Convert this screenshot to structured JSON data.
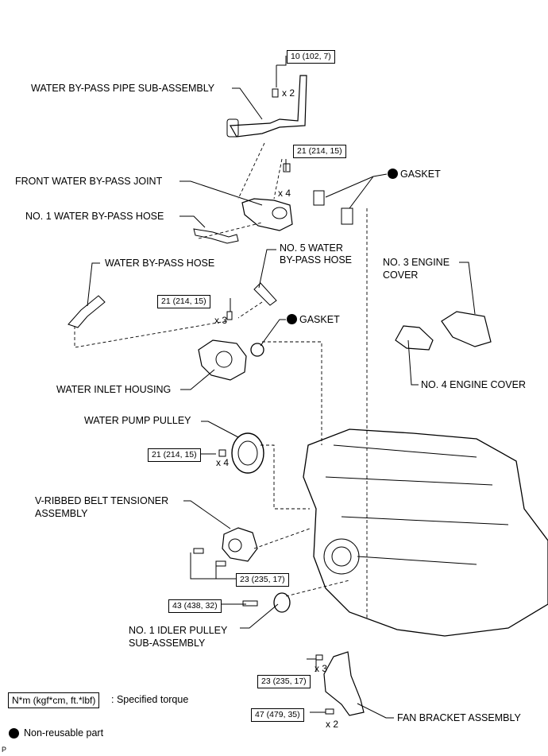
{
  "labels": {
    "bypass_pipe": "WATER BY-PASS PIPE SUB-ASSEMBLY",
    "front_joint": "FRONT WATER BY-PASS JOINT",
    "no1_hose": "NO. 1 WATER BY-PASS HOSE",
    "bypass_hose": "WATER BY-PASS HOSE",
    "no5_hose_l1": "NO. 5 WATER",
    "no5_hose_l2": "BY-PASS HOSE",
    "gasket_top": "GASKET",
    "gasket_mid": "GASKET",
    "no3_cover_l1": "NO. 3 ENGINE",
    "no3_cover_l2": "COVER",
    "no4_cover": "NO. 4 ENGINE COVER",
    "inlet_housing": "WATER INLET HOUSING",
    "pump_pulley": "WATER PUMP PULLEY",
    "tensioner_l1": "V-RIBBED BELT TENSIONER",
    "tensioner_l2": "ASSEMBLY",
    "idler_l1": "NO. 1 IDLER PULLEY",
    "idler_l2": "SUB-ASSEMBLY",
    "fan_bracket": "FAN BRACKET ASSEMBLY"
  },
  "torques": {
    "pipe": "10 (102, 7)",
    "joint": "21 (214, 15)",
    "housing": "21 (214, 15)",
    "pulley": "21 (214, 15)",
    "tensioner": "23 (235, 17)",
    "idler": "43 (438, 32)",
    "bracket_upper": "23 (235, 17)",
    "bracket_lower": "47 (479, 35)"
  },
  "quantities": {
    "pipe": "x 2",
    "joint": "x 4",
    "housing": "x 3",
    "pulley": "x 4",
    "bracket_upper": "x 3",
    "bracket_lower": "x 2"
  },
  "legend": {
    "torque_unit": "N*m (kgf*cm, ft.*lbf)",
    "torque_desc": ": Specified torque",
    "nonreusable": "Non-reusable part"
  },
  "corner_mark": "P"
}
